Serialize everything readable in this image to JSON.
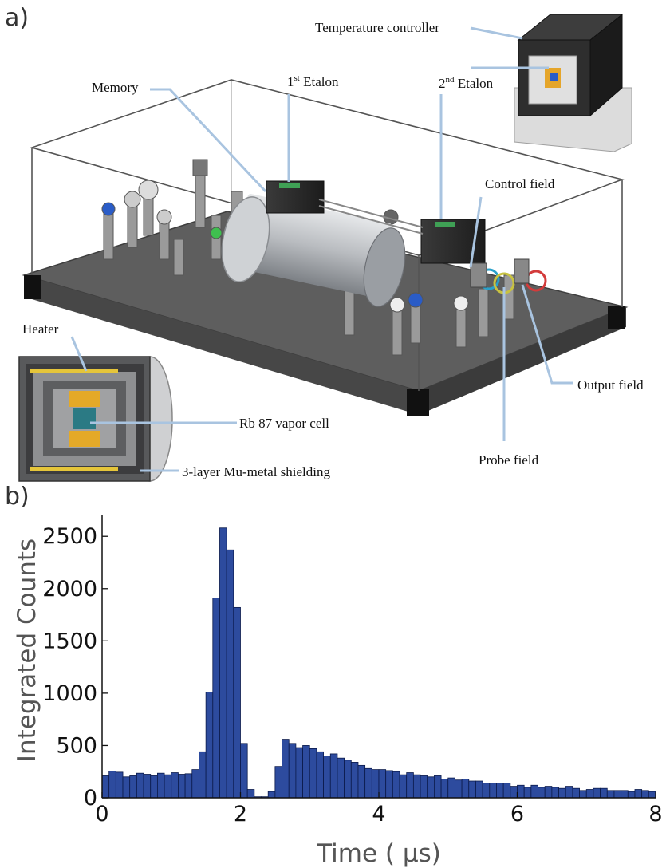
{
  "panels": {
    "a": "a)",
    "b": "b)"
  },
  "callouts": {
    "temperature_controller": "Temperature controller",
    "memory": "Memory",
    "etalon1": "1st Etalon",
    "etalon1_sup": "st",
    "etalon1_pre": "1",
    "etalon1_post": " Etalon",
    "etalon2_pre": "2",
    "etalon2_sup": "nd",
    "etalon2_post": " Etalon",
    "control_field": "Control field",
    "heater": "Heater",
    "vapor_cell": "Rb 87 vapor cell",
    "shielding": "3-layer Mu-metal shielding",
    "output_field": "Output field",
    "probe_field": "Probe field"
  },
  "colors": {
    "bar": "#2d4b9e",
    "bar_edge": "#0b1a4a",
    "leader": "#a9c4e0",
    "table": "#5a5a5a"
  },
  "chart_data": {
    "type": "bar",
    "xlabel": "Time ( μs)",
    "ylabel": "Integrated Counts",
    "xlim": [
      0,
      8
    ],
    "ylim": [
      0,
      2700
    ],
    "xticks": [
      "0",
      "2",
      "4",
      "6",
      "8"
    ],
    "yticks": [
      "0",
      "500",
      "1000",
      "1500",
      "2000",
      "2500"
    ],
    "bin_width": 0.1,
    "x": [
      0.05,
      0.15,
      0.25,
      0.35,
      0.45,
      0.55,
      0.65,
      0.75,
      0.85,
      0.95,
      1.05,
      1.15,
      1.25,
      1.35,
      1.45,
      1.55,
      1.65,
      1.75,
      1.85,
      1.95,
      2.05,
      2.15,
      2.25,
      2.35,
      2.45,
      2.55,
      2.65,
      2.75,
      2.85,
      2.95,
      3.05,
      3.15,
      3.25,
      3.35,
      3.45,
      3.55,
      3.65,
      3.75,
      3.85,
      3.95,
      4.05,
      4.15,
      4.25,
      4.35,
      4.45,
      4.55,
      4.65,
      4.75,
      4.85,
      4.95,
      5.05,
      5.15,
      5.25,
      5.35,
      5.45,
      5.55,
      5.65,
      5.75,
      5.85,
      5.95,
      6.05,
      6.15,
      6.25,
      6.35,
      6.45,
      6.55,
      6.65,
      6.75,
      6.85,
      6.95,
      7.05,
      7.15,
      7.25,
      7.35,
      7.45,
      7.55,
      7.65,
      7.75,
      7.85,
      7.95
    ],
    "values": [
      210,
      255,
      245,
      200,
      210,
      235,
      225,
      210,
      235,
      220,
      240,
      225,
      230,
      270,
      440,
      1010,
      1910,
      2580,
      2370,
      1820,
      520,
      80,
      10,
      10,
      60,
      300,
      560,
      520,
      480,
      500,
      470,
      440,
      400,
      420,
      380,
      360,
      340,
      310,
      280,
      270,
      270,
      260,
      250,
      220,
      240,
      220,
      210,
      200,
      210,
      180,
      190,
      170,
      180,
      160,
      160,
      140,
      140,
      140,
      140,
      110,
      120,
      100,
      120,
      100,
      110,
      100,
      90,
      110,
      90,
      70,
      80,
      90,
      90,
      70,
      70,
      70,
      60,
      80,
      70,
      60
    ]
  }
}
